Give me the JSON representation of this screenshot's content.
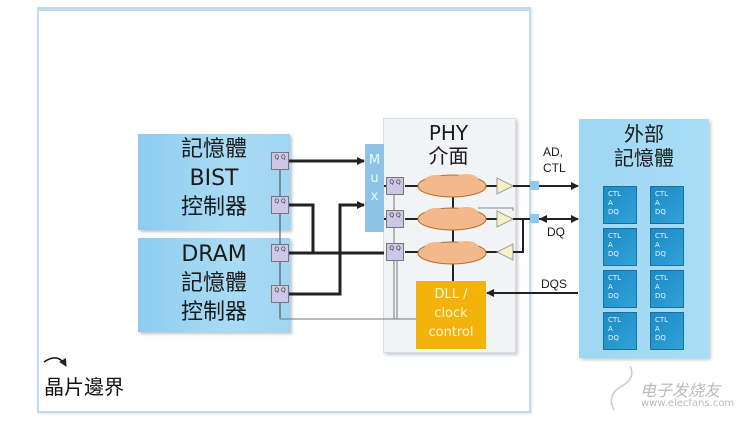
{
  "chip_boundary": {
    "label": "晶片邊界"
  },
  "bist_controller": {
    "lines": [
      "記憶體",
      "BIST",
      "控制器"
    ]
  },
  "dram_controller": {
    "lines": [
      "DRAM",
      "記憶體",
      "控制器"
    ]
  },
  "phy": {
    "title_lines": [
      "PHY",
      "介面"
    ]
  },
  "mux": {
    "letters": [
      "M",
      "u",
      "x"
    ]
  },
  "dll": {
    "lines": [
      "DLL /",
      "clock",
      "control"
    ]
  },
  "external_memory": {
    "title_lines": [
      "外部",
      "記憶體"
    ],
    "chip_label_lines": [
      "CTL",
      "A",
      "DQ"
    ],
    "chip_count": 8
  },
  "signals": {
    "ad_ctl_lines": [
      "AD,",
      "CTL"
    ],
    "dq": "DQ",
    "dqs": "DQS"
  },
  "flipflop": {
    "label": "Q Q"
  },
  "watermark": {
    "brand": "电子发烧友",
    "url": "www.elecfans.com"
  },
  "colors": {
    "controller_blue": "#9fd5f2",
    "mux_blue": "#8fc3e6",
    "dll_orange": "#f4b30b",
    "cloud_orange": "#f3b98a",
    "buffer_yellow": "#f6f2c8",
    "memory_chip_blue": "#1e8ac4"
  }
}
